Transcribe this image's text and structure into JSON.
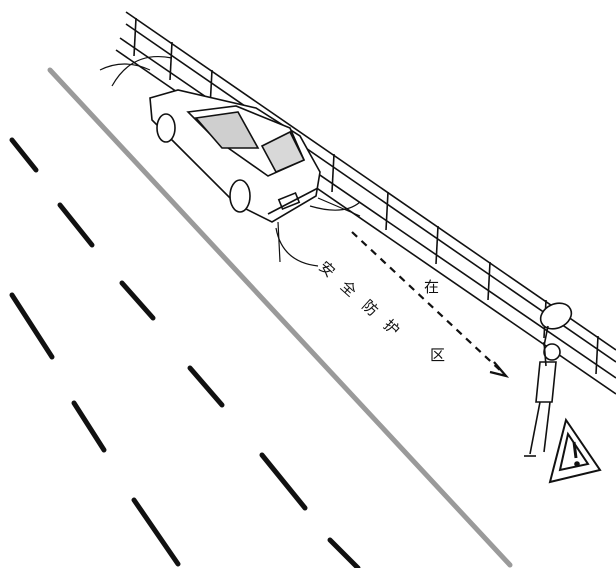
{
  "scene": {
    "annotation_left": "安全防护",
    "annotation_right": "在",
    "annotation_bottom": "区",
    "colors": {
      "ink": "#111111",
      "road_edge": "#9a9a9a",
      "background": "#ffffff"
    },
    "icons": {
      "warning_triangle": "warning-triangle-icon",
      "sign_held": "hand-sign-icon"
    }
  }
}
